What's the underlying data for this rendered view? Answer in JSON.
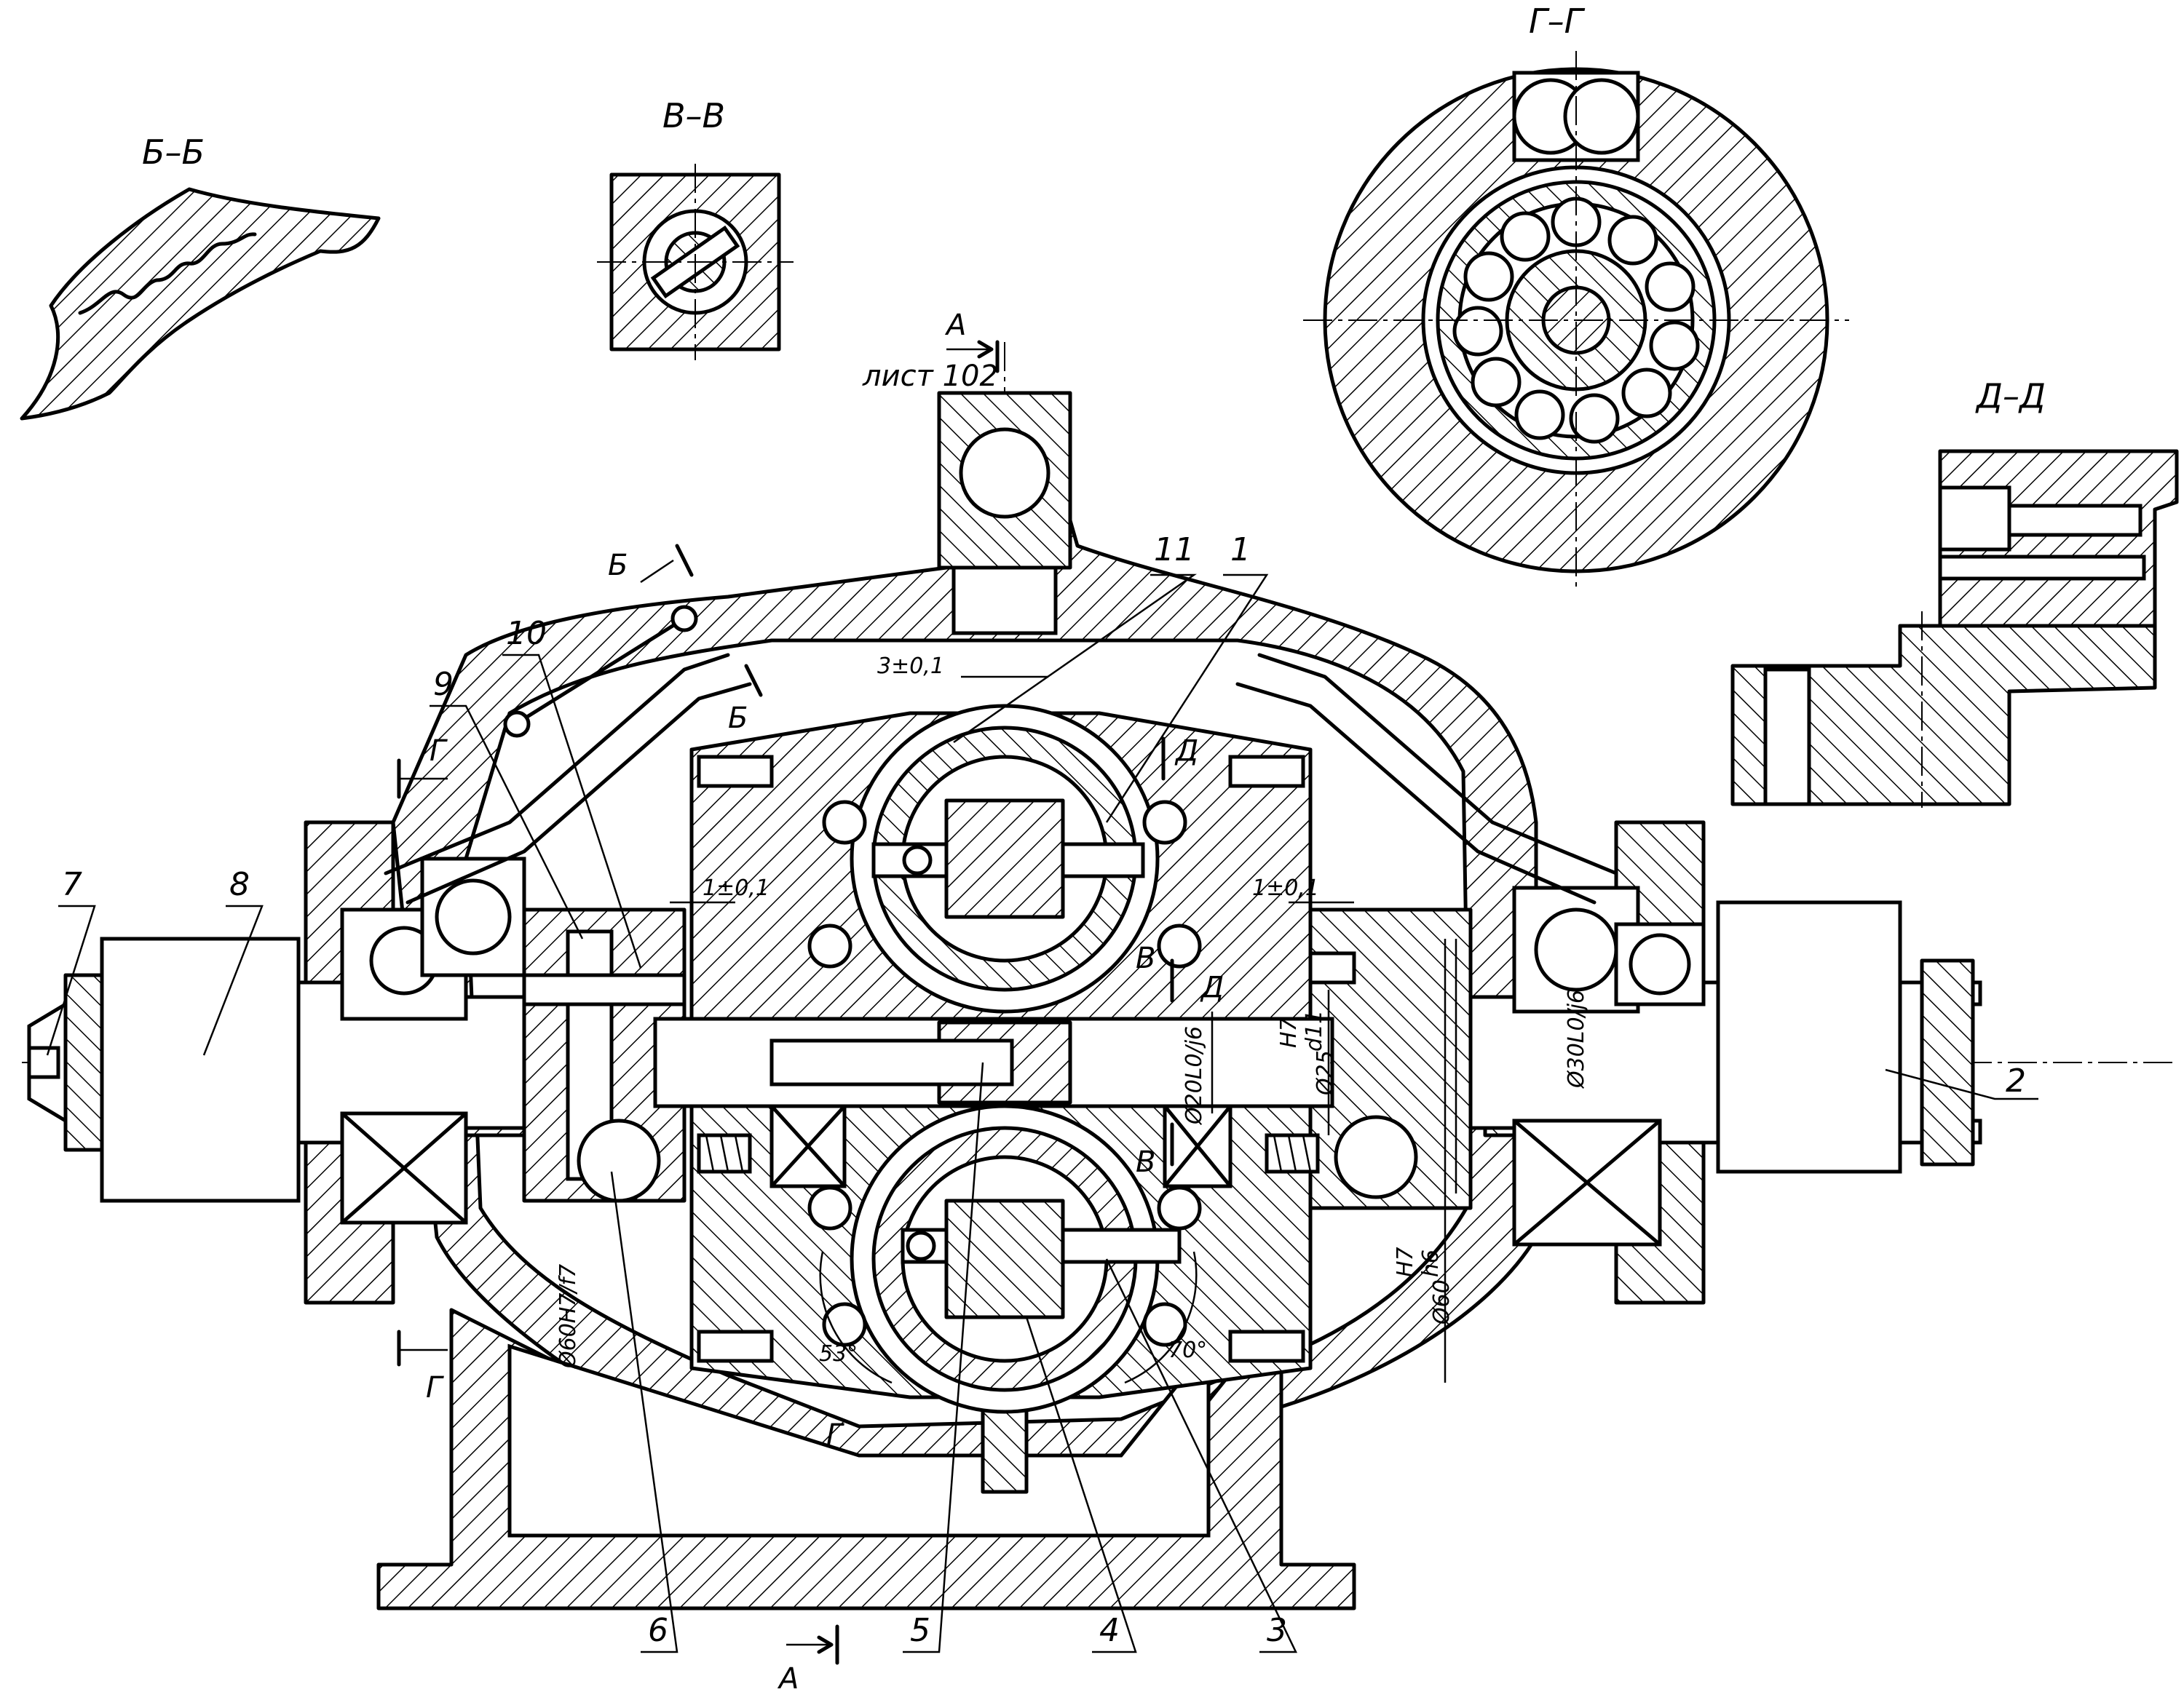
{
  "section_titles": {
    "b_b": "Б–Б",
    "v_v": "В–В",
    "g_g": "Г–Г",
    "d_d": "Д–Д"
  },
  "sheet_ref": "лист 102",
  "cut_marks": {
    "a": "А",
    "b": "Б",
    "v": "В",
    "g": "Г",
    "d": "Д"
  },
  "dimensions": {
    "gap_top": "3±0,1",
    "gap_left": "1±0,1",
    "gap_right": "1±0,1",
    "d20": "Ø20L0/j6",
    "d25": "Ø25",
    "d25_fit_num": "H7",
    "d25_fit_den": "d11",
    "d30": "Ø30L0/j6",
    "d60_left": "Ø60H7/f7",
    "d60_right": "Ø60",
    "d60_fit_num": "H7",
    "d60_fit_den": "h6",
    "angle_left": "53°",
    "angle_right": "70°"
  },
  "part_numbers": {
    "p1": "1",
    "p2": "2",
    "p3": "3",
    "p4": "4",
    "p5": "5",
    "p6": "6",
    "p7": "7",
    "p8": "8",
    "p9": "9",
    "p10": "10",
    "p11": "11"
  }
}
